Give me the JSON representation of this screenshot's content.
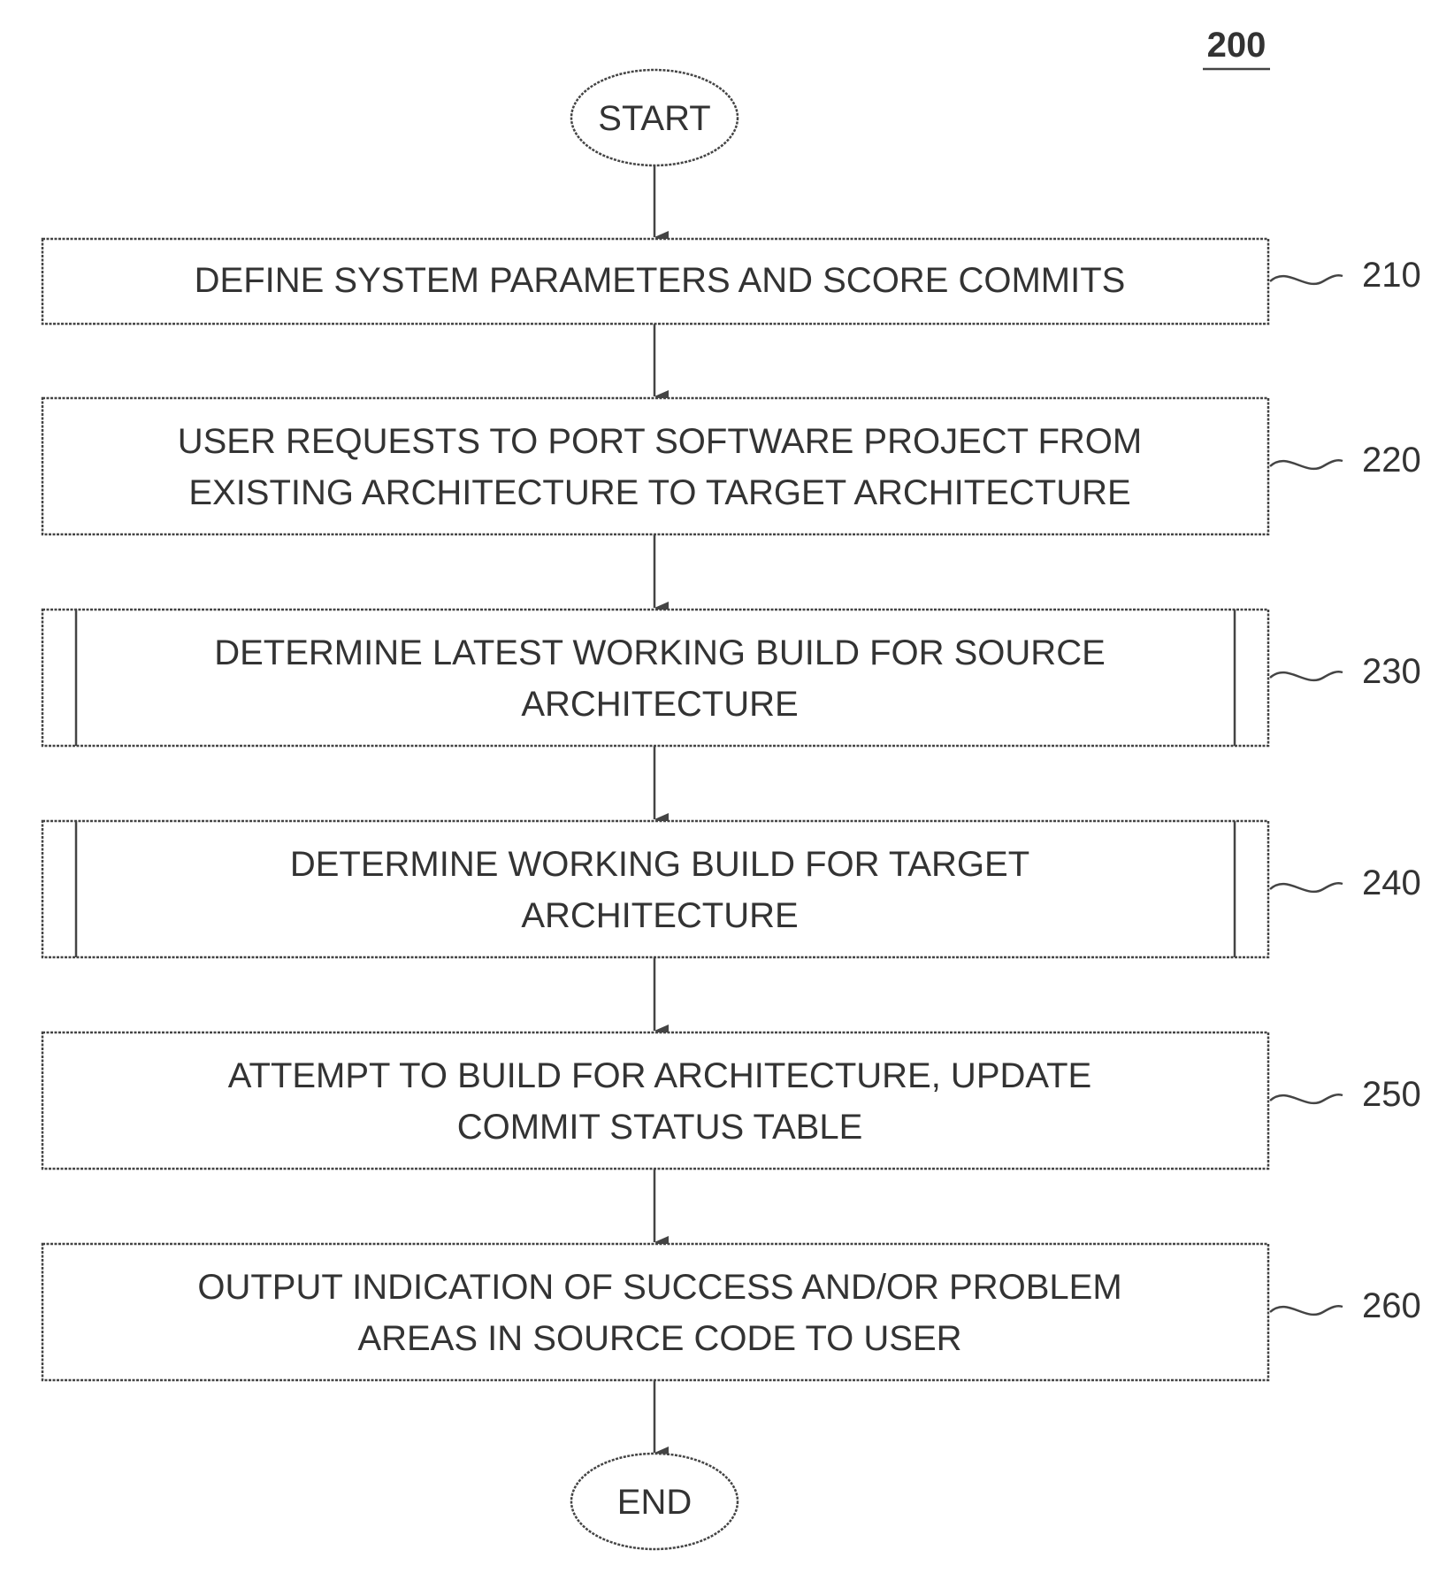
{
  "figure_number": "200",
  "terminals": {
    "start": "START",
    "end": "END"
  },
  "steps": [
    {
      "ref": "210",
      "lines": [
        "DEFINE SYSTEM PARAMETERS AND SCORE COMMITS"
      ]
    },
    {
      "ref": "220",
      "lines": [
        "USER REQUESTS TO PORT SOFTWARE PROJECT FROM",
        "EXISTING ARCHITECTURE TO TARGET ARCHITECTURE"
      ]
    },
    {
      "ref": "230",
      "lines": [
        "DETERMINE LATEST WORKING BUILD FOR SOURCE",
        "ARCHITECTURE"
      ]
    },
    {
      "ref": "240",
      "lines": [
        "DETERMINE WORKING BUILD FOR TARGET",
        "ARCHITECTURE"
      ]
    },
    {
      "ref": "250",
      "lines": [
        "ATTEMPT TO BUILD FOR ARCHITECTURE, UPDATE",
        "COMMIT STATUS TABLE"
      ]
    },
    {
      "ref": "260",
      "lines": [
        "OUTPUT INDICATION OF SUCCESS AND/OR PROBLEM",
        "AREAS IN SOURCE CODE TO USER"
      ]
    }
  ]
}
